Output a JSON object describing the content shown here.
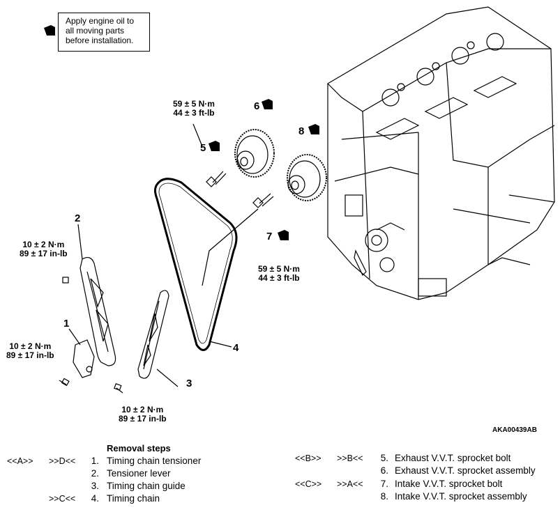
{
  "note": {
    "line1": "Apply engine oil to",
    "line2": "all moving parts",
    "line3": "before installation."
  },
  "torques": {
    "t59a_1": "59 ± 5 N·m",
    "t59a_2": "44 ± 3 ft-lb",
    "t59b_1": "59 ± 5 N·m",
    "t59b_2": "44 ± 3 ft-lb",
    "t10a_1": "10 ± 2 N·m",
    "t10a_2": "89 ± 17 in-lb",
    "t10b_1": "10 ± 2 N·m",
    "t10b_2": "89 ± 17 in-lb",
    "t10c_1": "10 ± 2 N·m",
    "t10c_2": "89 ± 17 in-lb"
  },
  "callouts": {
    "c1": "1",
    "c2": "2",
    "c3": "3",
    "c4": "4",
    "c5": "5",
    "c6": "6",
    "c7": "7",
    "c8": "8"
  },
  "figure_id": "AKA00439AB",
  "removal": {
    "title": "Removal steps",
    "left": [
      {
        "a": "<<A>>",
        "b": ">>D<<",
        "n": "1.",
        "label": "Timing chain tensioner"
      },
      {
        "a": "",
        "b": "",
        "n": "2.",
        "label": "Tensioner lever"
      },
      {
        "a": "",
        "b": "",
        "n": "3.",
        "label": "Timing chain guide"
      },
      {
        "a": "",
        "b": ">>C<<",
        "n": "4.",
        "label": "Timing chain"
      }
    ],
    "right": [
      {
        "a": "<<B>>",
        "b": ">>B<<",
        "n": "5.",
        "label": "Exhaust V.V.T. sprocket bolt"
      },
      {
        "a": "",
        "b": "",
        "n": "6.",
        "label": "Exhaust V.V.T. sprocket assembly"
      },
      {
        "a": "<<C>>",
        "b": ">>A<<",
        "n": "7.",
        "label": "Intake V.V.T. sprocket bolt"
      },
      {
        "a": "",
        "b": "",
        "n": "8.",
        "label": "Intake V.V.T. sprocket assembly"
      }
    ]
  }
}
